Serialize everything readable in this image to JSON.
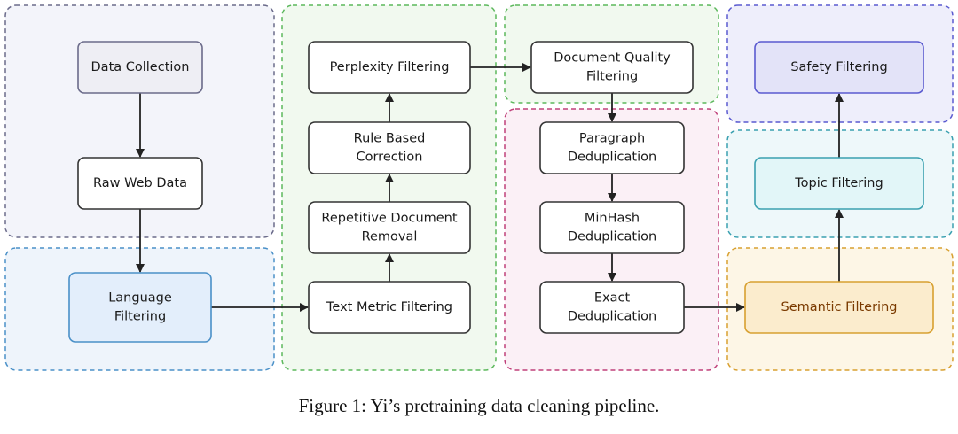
{
  "nodes": {
    "data_collection": [
      "Data Collection"
    ],
    "raw_web_data": [
      "Raw Web Data"
    ],
    "language_filtering": [
      "Language",
      "Filtering"
    ],
    "text_metric_filtering": [
      "Text Metric Filtering"
    ],
    "repetitive_document_removal": [
      "Repetitive Document",
      "Removal"
    ],
    "rule_based_correction": [
      "Rule Based",
      "Correction"
    ],
    "perplexity_filtering": [
      "Perplexity Filtering"
    ],
    "document_quality_filtering": [
      "Document Quality",
      "Filtering"
    ],
    "paragraph_deduplication": [
      "Paragraph",
      "Deduplication"
    ],
    "minhash_deduplication": [
      "MinHash",
      "Deduplication"
    ],
    "exact_deduplication": [
      "Exact",
      "Deduplication"
    ],
    "semantic_filtering": [
      "Semantic Filtering"
    ],
    "topic_filtering": [
      "Topic Filtering"
    ],
    "safety_filtering": [
      "Safety Filtering"
    ]
  },
  "edges": [
    [
      "data_collection",
      "raw_web_data"
    ],
    [
      "raw_web_data",
      "language_filtering"
    ],
    [
      "language_filtering",
      "text_metric_filtering"
    ],
    [
      "text_metric_filtering",
      "repetitive_document_removal"
    ],
    [
      "repetitive_document_removal",
      "rule_based_correction"
    ],
    [
      "rule_based_correction",
      "perplexity_filtering"
    ],
    [
      "perplexity_filtering",
      "document_quality_filtering"
    ],
    [
      "document_quality_filtering",
      "paragraph_deduplication"
    ],
    [
      "paragraph_deduplication",
      "minhash_deduplication"
    ],
    [
      "minhash_deduplication",
      "exact_deduplication"
    ],
    [
      "exact_deduplication",
      "semantic_filtering"
    ],
    [
      "semantic_filtering",
      "topic_filtering"
    ],
    [
      "topic_filtering",
      "safety_filtering"
    ]
  ],
  "colors": {
    "group_collection": "#6b6b8a",
    "group_language": "#4a90c8",
    "group_filtering": "#5cb85c",
    "group_quality": "#5cb85c",
    "group_dedup": "#c0407a",
    "group_safety": "#5a5ad0",
    "group_topic": "#3aa0b0",
    "group_semantic": "#d8a030",
    "node_default_border": "#333333",
    "node_collection_fill": "#eeeef4",
    "node_collection_border": "#6b6b8a",
    "node_language_fill": "#e3eefb",
    "node_language_border": "#4a90c8",
    "node_safety_fill": "#e3e3f8",
    "node_safety_border": "#5a5ad0",
    "node_topic_fill": "#e2f6f8",
    "node_topic_border": "#3aa0b0",
    "node_semantic_fill": "#fbeccd",
    "node_semantic_border": "#d8a030",
    "node_semantic_text": "#7a3a00",
    "arrow": "#222222"
  },
  "caption": "Figure 1: Yi’s pretraining data cleaning pipeline."
}
